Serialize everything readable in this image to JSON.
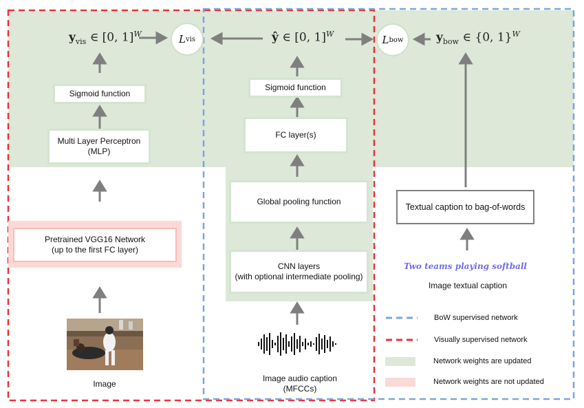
{
  "math": {
    "y_vis": "y",
    "y_vis_sub": "vis",
    "y_vis_set": "∈ [0, 1]",
    "y_vis_sup": "W",
    "y_hat": "ŷ",
    "y_hat_set": "∈ [0, 1]",
    "y_hat_sup": "W",
    "y_bow": "y",
    "y_bow_sub": "bow",
    "y_bow_set": "∈ {0, 1}",
    "y_bow_sup": "W",
    "loss_vis_main": "L",
    "loss_vis_sub": "vis",
    "loss_bow_main": "L",
    "loss_bow_sub": "bow"
  },
  "left": {
    "sigmoid": "Sigmoid function",
    "mlp": "Multi Layer Perceptron\n(MLP)",
    "vgg": "Pretrained VGG16 Network\n(up to the first FC layer)",
    "image_label": "Image"
  },
  "middle": {
    "sigmoid": "Sigmoid function",
    "fc": "FC layer(s)",
    "pooling": "Global pooling function",
    "cnn": "CNN layers\n(with optional intermediate pooling)",
    "audio_label": "Image audio caption\n(MFCCs)"
  },
  "right": {
    "bow_box": "Textual caption to bag-of-words",
    "caption_example": "Two teams playing softball",
    "caption_label": "Image textual caption"
  },
  "legend": [
    {
      "label": "BoW supervised network",
      "kind": "dash",
      "color": "#7aa6dc"
    },
    {
      "label": "Visually supervised network",
      "kind": "dash",
      "color": "#e8333a"
    },
    {
      "label": "Network weights are updated",
      "kind": "swatch",
      "color": "#dde8d9"
    },
    {
      "label": "Network weights are not updated",
      "kind": "swatch",
      "color": "#fbd9d6"
    }
  ],
  "colors": {
    "blue_dash": "#7aa6dc",
    "red_dash": "#e8333a",
    "green_fill": "#dde8d9",
    "pink_fill": "#fbd9d6",
    "arrow": "#7f7f7f"
  }
}
